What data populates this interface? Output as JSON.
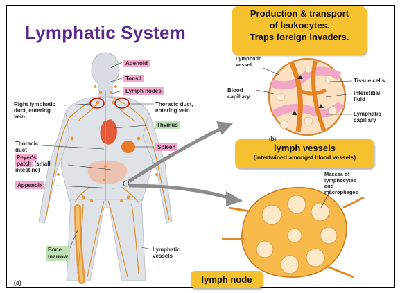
{
  "title": "Lymphatic System",
  "callouts": {
    "top": [
      "Production & transport",
      "of leukocytes.",
      "Traps foreign invaders."
    ],
    "mid_main": "lymph vessels",
    "mid_sub": "(intertwined amongst blood vessels)",
    "bottom": "lymph node"
  },
  "body_labels": {
    "adenoid": "Adenoid",
    "tonsil": "Tonsil",
    "lymph_nodes": "Lymph nodes",
    "right_duct": [
      "Right lymphatic",
      "duct, entering",
      "vein"
    ],
    "thoracic_duct_vein": [
      "Thoracic duct,",
      "entering vein"
    ],
    "thymus": "Thymus",
    "thoracic_duct": [
      "Thoracic",
      "duct"
    ],
    "spleen": "Spleen",
    "peyers": [
      "Peyer's",
      "patch",
      "(small",
      "intestine)"
    ],
    "appendix": "Appendix",
    "bone_marrow": [
      "Bone",
      "marrow"
    ],
    "lymphatic_vessels": [
      "Lymphatic",
      "vessels"
    ],
    "panel_a": "(a)"
  },
  "inset_b_labels": {
    "lymphatic_vessel": [
      "Lymphatic",
      "vessel"
    ],
    "blood_capillary": [
      "Blood",
      "capillary"
    ],
    "tissue_cells": "Tissue cells",
    "interstitial_fluid": [
      "Interstitial",
      "fluid"
    ],
    "lymphatic_capillary": [
      "Lymphatic",
      "capillary"
    ],
    "panel_b": "(b)"
  },
  "node_labels": {
    "masses": [
      "Masses of",
      "lymphocytes",
      "and",
      "macrophages"
    ]
  },
  "colors": {
    "title": "#5b2a8c",
    "callout": "#f6c12e",
    "pink_tag": "#f9a6cc",
    "green_tag": "#bfe3b4",
    "circle_marker": "#c0201f"
  }
}
